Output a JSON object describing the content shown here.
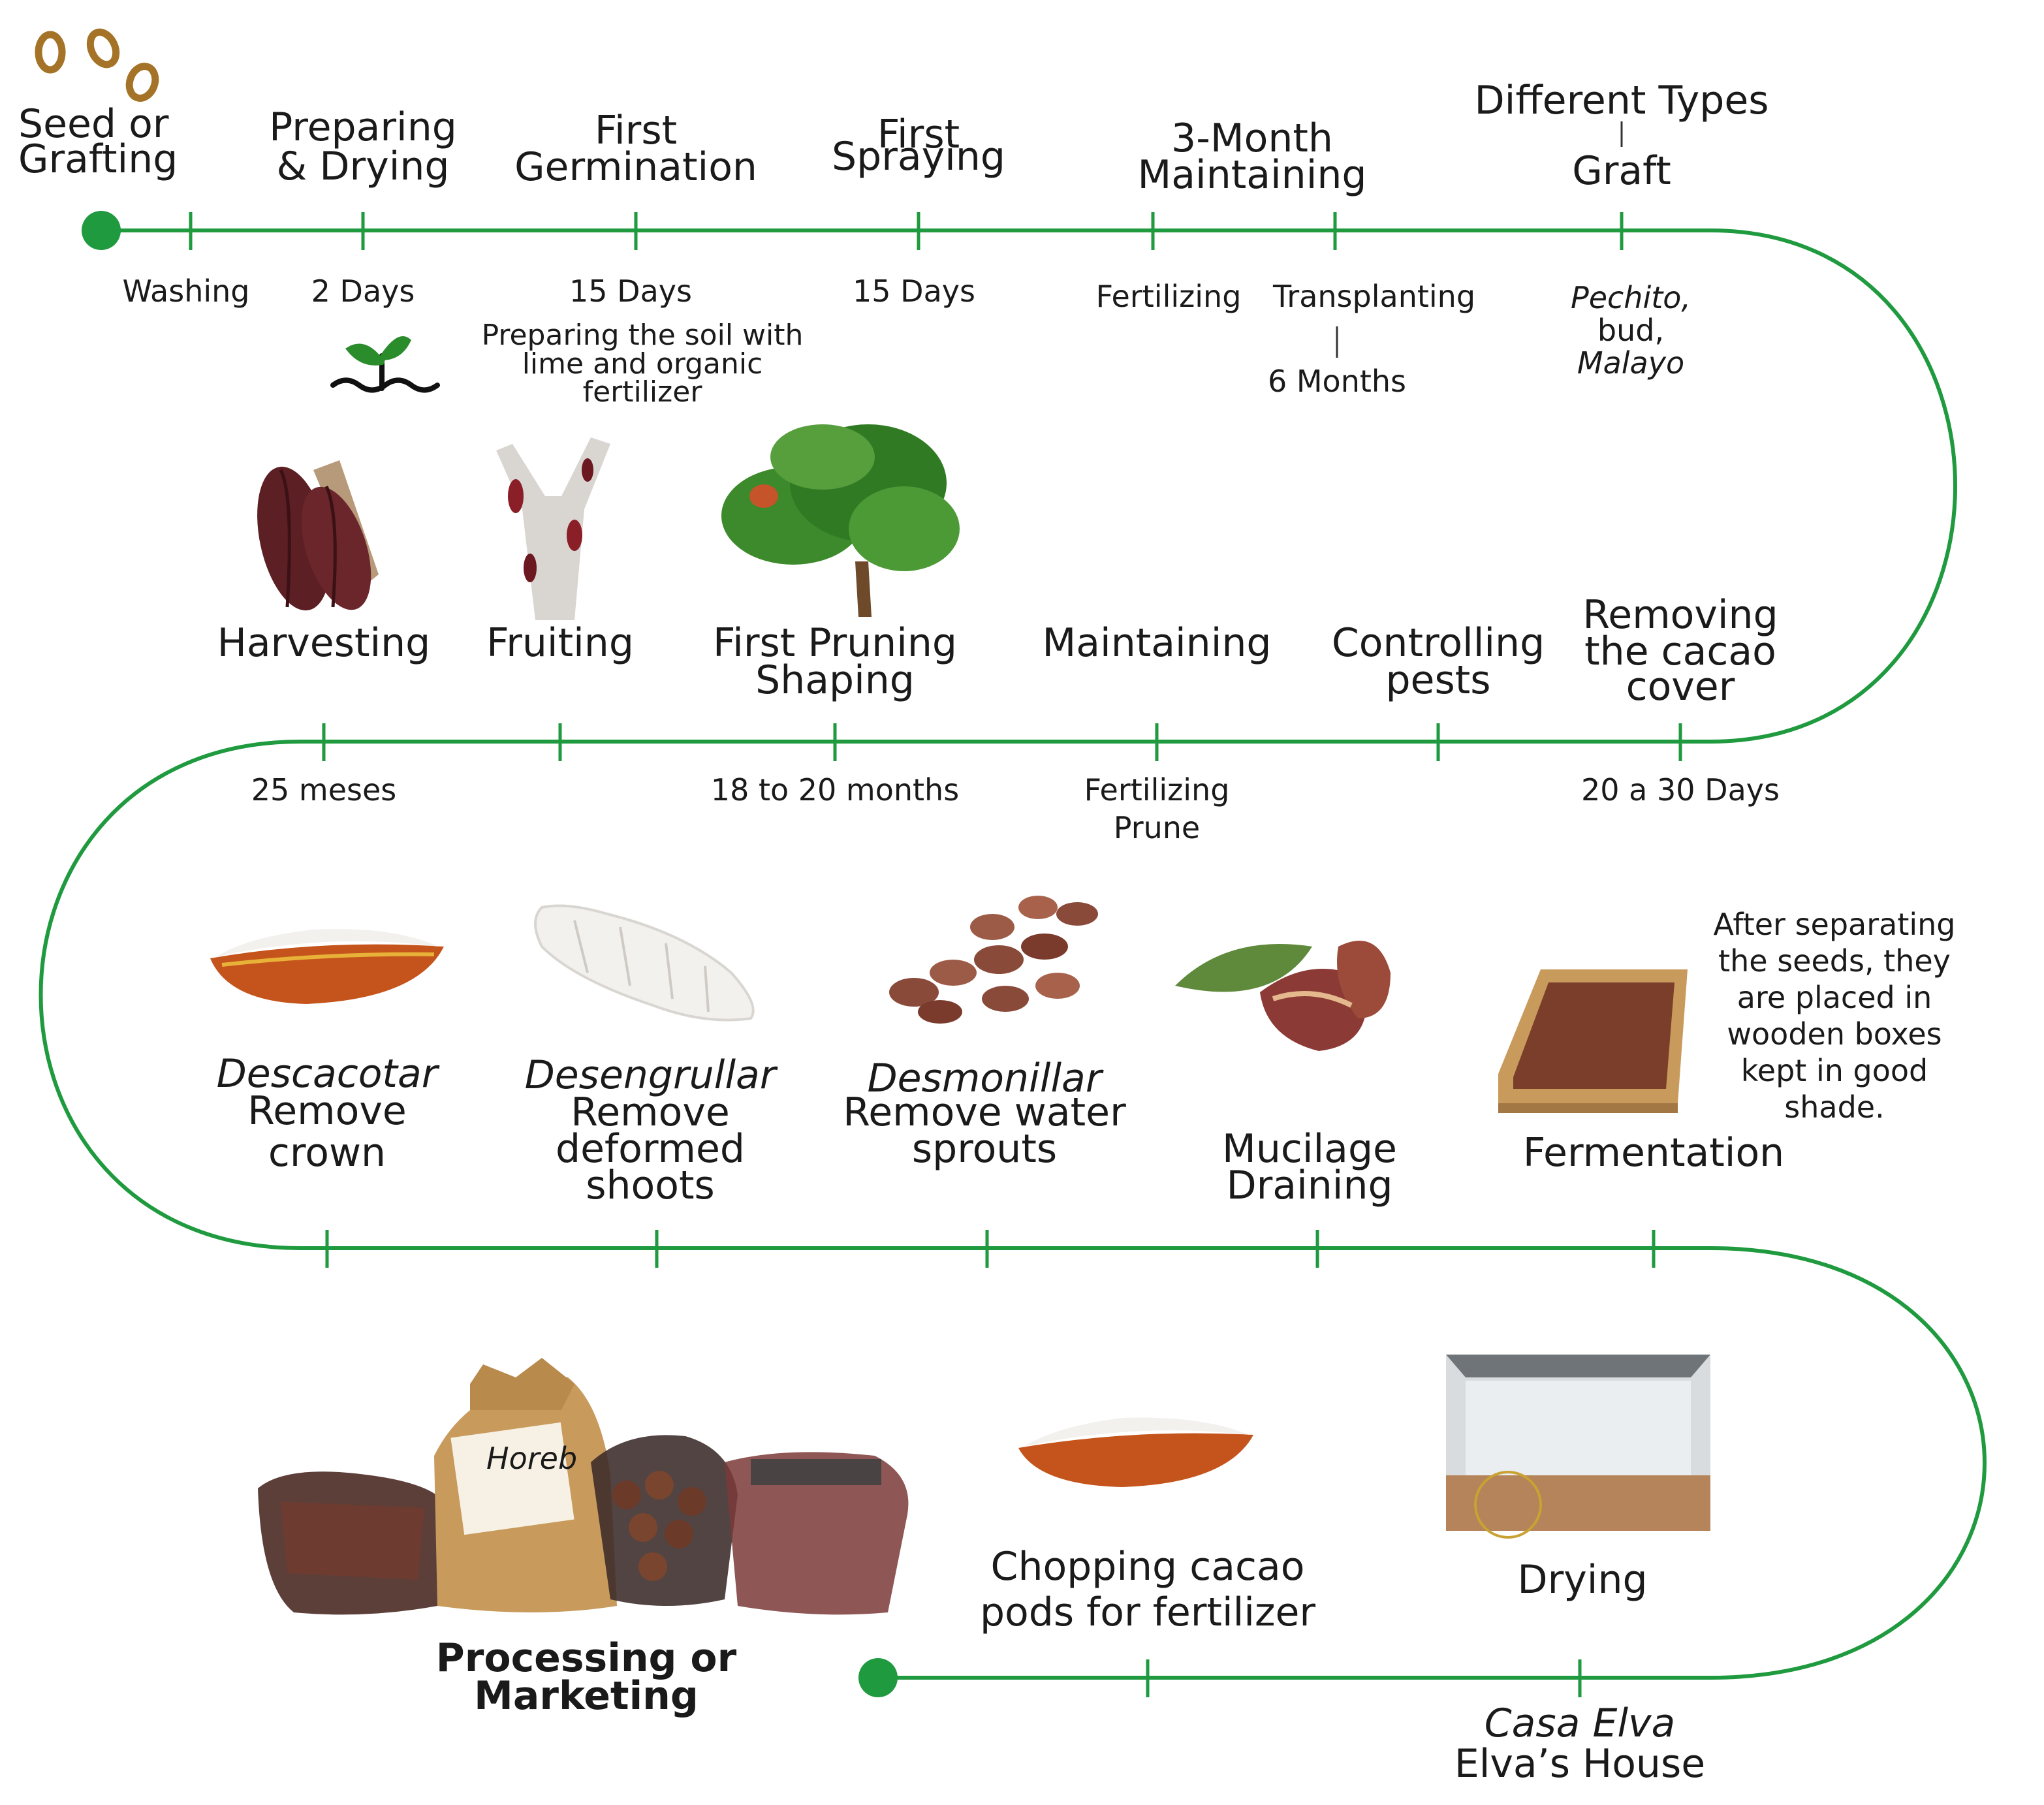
{
  "colors": {
    "track": "#1f9a3f",
    "seed": "#a47327",
    "pod_dark": "#5b1f24",
    "pod_orange": "#c5541c",
    "pulp": "#f3f1ee",
    "bean": "#8a4a3a",
    "wood": "#c89a5c",
    "leaf": "#3d8a2c"
  },
  "row1": {
    "start": {
      "line1": "Seed or",
      "line2": "Grafting"
    },
    "preparing": {
      "line1": "Preparing",
      "line2": "& Drying"
    },
    "germination": {
      "line1": "First",
      "line2": "Germination"
    },
    "spraying": {
      "line1": "First",
      "line2": "Spraying"
    },
    "maintaining3": {
      "line1": "3-Month",
      "line2": "Maintaining"
    },
    "graft": {
      "types": "Different Types",
      "graft": "Graft"
    },
    "below": {
      "washing": "Washing",
      "two_days": "2 Days",
      "fifteen_a": "15 Days",
      "soil1": "Preparing the soil with",
      "soil2": "lime and organic",
      "soil3": "fertilizer",
      "fifteen_b": "15 Days",
      "fertilizing": "Fertilizing",
      "transplanting": "Transplanting",
      "six_months": "6 Months",
      "pechito": "Pechito,",
      "bud": "bud,",
      "malayo": "Malayo"
    }
  },
  "row2": {
    "harvesting": "Harvesting",
    "fruiting": "Fruiting",
    "pruning": {
      "line1": "First Pruning",
      "line2": "Shaping"
    },
    "maintaining": "Maintaining",
    "pests": {
      "line1": "Controlling",
      "line2": "pests"
    },
    "removing": {
      "line1": "Removing",
      "line2": "the cacao",
      "line3": "cover"
    },
    "below": {
      "meses": "25 meses",
      "months": "18 to 20 months",
      "fert": "Fertilizing",
      "prune": "Prune",
      "days": "20 a 30 Days"
    }
  },
  "row3": {
    "descacotar": {
      "line1": "Descacotar",
      "line2": "Remove",
      "line3": "crown"
    },
    "desengrullar": {
      "line1": "Desengrullar",
      "line2": "Remove",
      "line3": "deformed",
      "line4": "shoots"
    },
    "desmonillar": {
      "line1": "Desmonillar",
      "line2": "Remove water",
      "line3": "sprouts"
    },
    "mucilage": {
      "line1": "Mucilage",
      "line2": "Draining"
    },
    "fermentation": "Fermentation",
    "note": {
      "l1": "After separating",
      "l2": "the seeds, they",
      "l3": "are placed in",
      "l4": "wooden boxes",
      "l5": "kept in good",
      "l6": "shade."
    }
  },
  "row4": {
    "processing": {
      "line1": "Processing or",
      "line2": "Marketing"
    },
    "chopping": {
      "line1": "Chopping cacao",
      "line2": "pods for fertilizer"
    },
    "drying": "Drying",
    "casa": {
      "line1": "Casa Elva",
      "line2": "Elva’s House"
    },
    "brand": "Horeb"
  }
}
